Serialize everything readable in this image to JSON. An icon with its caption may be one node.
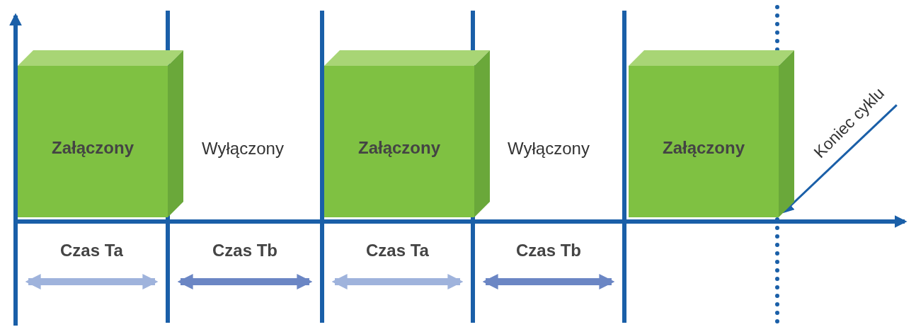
{
  "diagram": {
    "nodes": [
      {
        "text": [
          "Załączony"
        ]
      },
      {
        "text": [
          "Załączony"
        ]
      },
      {
        "text": [
          "Załączony"
        ]
      },
      {
        "text": [
          "Koniec cyklu"
        ]
      }
    ],
    "edges": [
      {
        "from": 3,
        "to": 2,
        "arrow": "to"
      }
    ],
    "labels": [
      "Wyłączony",
      "Wyłączony",
      "Czas Ta",
      "Czas Tb",
      "Czas Ta",
      "Czas Tb"
    ]
  }
}
